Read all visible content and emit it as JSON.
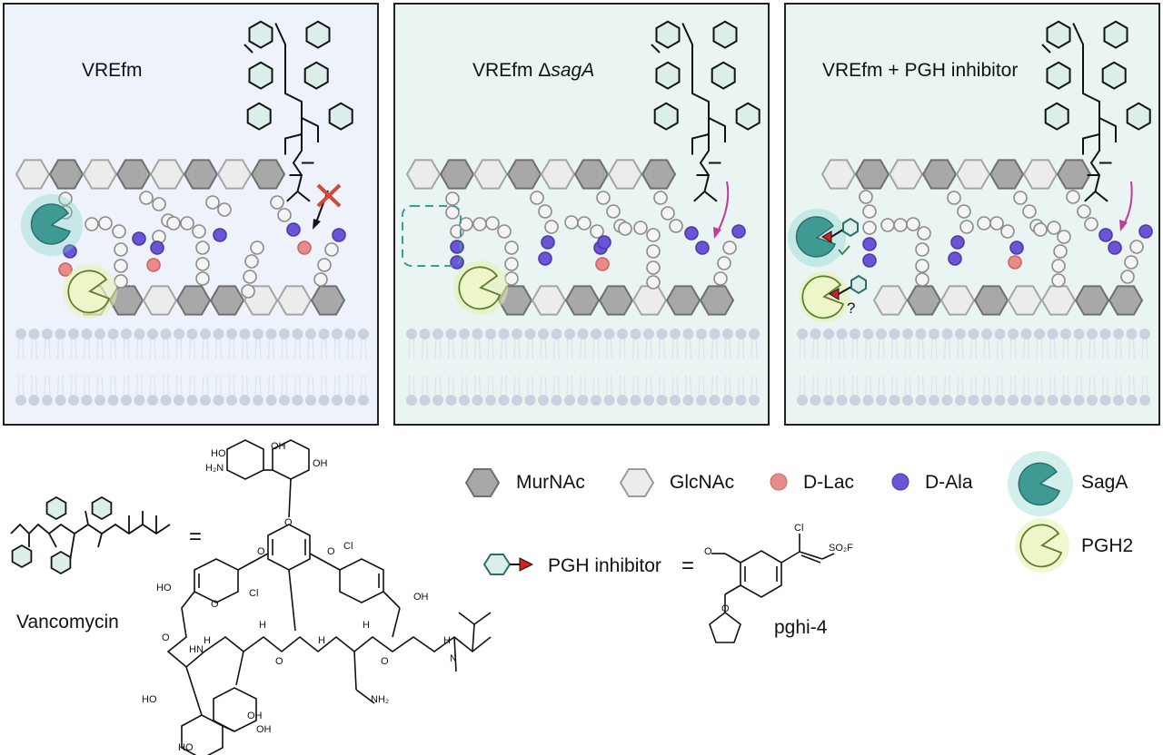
{
  "panels": [
    {
      "title_main": "VREfm",
      "title_italic": "",
      "title_rest": ""
    },
    {
      "title_main": "VREfm Δ",
      "title_italic": "sagA",
      "title_rest": ""
    },
    {
      "title_main": "VREfm + PGH inhibitor",
      "title_italic": "",
      "title_rest": ""
    }
  ],
  "panel3_question": "?",
  "legend": {
    "murnac": "MurNAc",
    "glcnac": "GlcNAc",
    "dlac": "D-Lac",
    "dala": "D-Ala",
    "saga": "SagA",
    "pgh2": "PGH2"
  },
  "colors": {
    "murnac": "#a8a8a8",
    "glcnac": "#ececec",
    "dlac": "#e98b8b",
    "dala": "#6b55d6",
    "saga": "#3f9a94",
    "pgh2": "#eef5c8",
    "membrane": "#c9d3df",
    "panel1_bg": "#eef3fb",
    "panel23_bg": "#eaf5f3"
  },
  "vancomycin": {
    "label": "Vancomycin",
    "equals": "=",
    "chem_labels": {
      "ho1": "HO",
      "h2n": "H₂N",
      "oh1": "OH",
      "oh2": "OH",
      "cl1": "Cl",
      "cl2": "Cl",
      "ho2": "HO",
      "oh3": "OH",
      "o1": "O",
      "o2": "O",
      "o3": "O",
      "o4": "O",
      "o5": "O",
      "o6": "O",
      "o7": "O",
      "nh1": "HN",
      "nh2": "H",
      "nh3": "H",
      "nh4": "H",
      "nh5": "H",
      "nh2group": "NH₂",
      "ho3": "HO",
      "oh4": "OH",
      "ho4": "HO",
      "oh5": "OH",
      "nme": "N",
      "n_h": "H"
    }
  },
  "inhibitor": {
    "label": "PGH inhibitor",
    "equals": "=",
    "name": "pghi-4",
    "chem_labels": {
      "cl": "Cl",
      "so2f": "SO₂F",
      "o1": "O",
      "o2": "O"
    }
  }
}
